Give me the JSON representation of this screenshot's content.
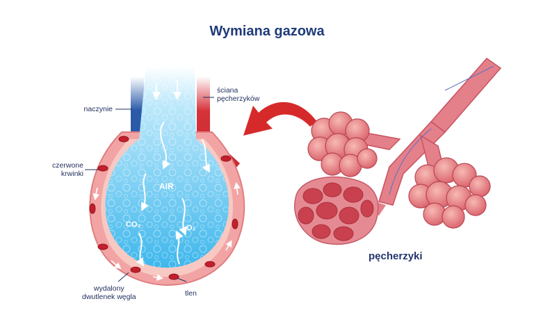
{
  "title": "Wymiana gazowa",
  "labels": {
    "vessel": "naczynie",
    "alveolar_wall_1": "ściana",
    "alveolar_wall_2": "pęcherzyków",
    "red_cells_1": "czerwone",
    "red_cells_2": "krwinki",
    "co2_out_1": "wydalony",
    "co2_out_2": "dwutlenek węgla",
    "oxygen": "tlen",
    "alveoli": "pęcherzyki",
    "air": "AIR",
    "co2": "CO₂",
    "o2": "O₂"
  },
  "colors": {
    "title": "#1f3b7a",
    "air_blue": "#5cc6f0",
    "vessel_blue": "#2a5aa8",
    "wall_pink": "#f2a4a4",
    "artery_red": "#d6323a",
    "arrow_red": "#d62a2a"
  }
}
